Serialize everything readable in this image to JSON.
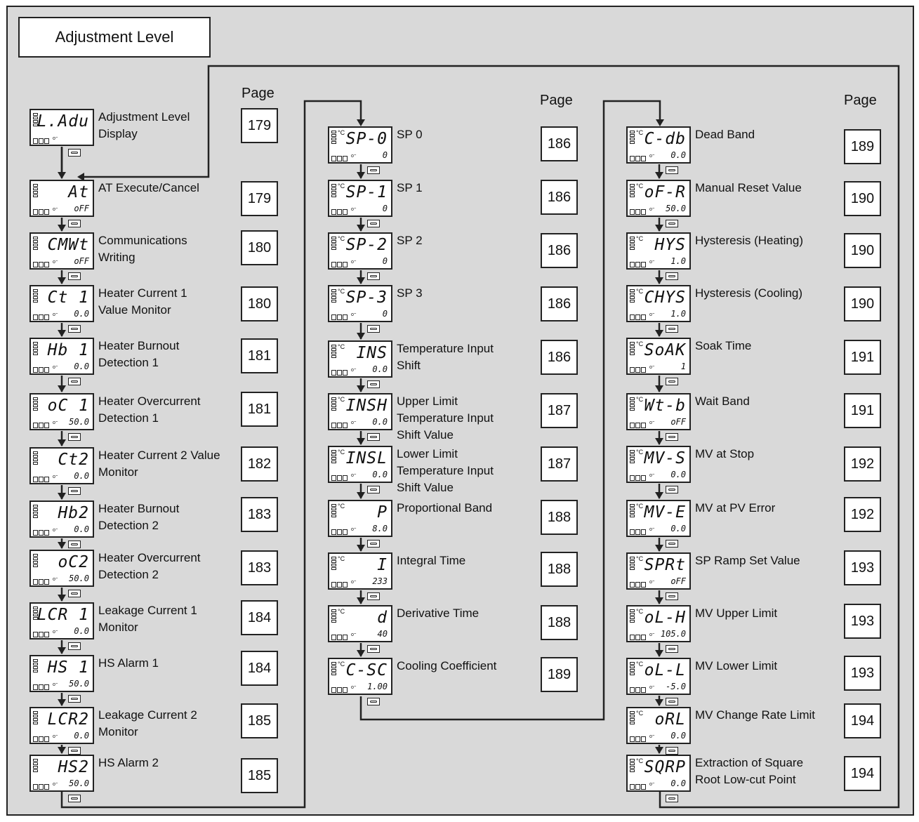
{
  "title": "Adjustment Level",
  "page_header": "Page",
  "col1": [
    {
      "seg": "L.Adu",
      "val": "",
      "label": "Adjustment Level\nDisplay",
      "page": "179"
    },
    {
      "seg": "At",
      "val": "oFF",
      "label": "AT Execute/Cancel",
      "page": "179"
    },
    {
      "seg": "CMWt",
      "val": "oFF",
      "label": "Communications\nWriting",
      "page": "180"
    },
    {
      "seg": "Ct 1",
      "val": "0.0",
      "label": "Heater Current 1\nValue Monitor",
      "page": "180"
    },
    {
      "seg": "Hb 1",
      "val": "0.0",
      "label": "Heater Burnout\nDetection 1",
      "page": "181"
    },
    {
      "seg": "oC 1",
      "val": "50.0",
      "label": "Heater Overcurrent\nDetection 1",
      "page": "181"
    },
    {
      "seg": "Ct2",
      "val": "0.0",
      "label": "Heater Current 2 Value\nMonitor",
      "page": "182"
    },
    {
      "seg": "Hb2",
      "val": "0.0",
      "label": "Heater Burnout\nDetection 2",
      "page": "183"
    },
    {
      "seg": "oC2",
      "val": "50.0",
      "label": "Heater Overcurrent\nDetection 2",
      "page": "183"
    },
    {
      "seg": "LCR 1",
      "val": "0.0",
      "label": "Leakage Current 1\nMonitor",
      "page": "184"
    },
    {
      "seg": "HS 1",
      "val": "50.0",
      "label": "HS Alarm 1",
      "page": "184"
    },
    {
      "seg": "LCR2",
      "val": "0.0",
      "label": "Leakage Current 2\nMonitor",
      "page": "185"
    },
    {
      "seg": "HS2",
      "val": "50.0",
      "label": "HS Alarm 2",
      "page": "185"
    }
  ],
  "col2": [
    {
      "seg": "SP-0",
      "val": "0",
      "label": "SP 0",
      "page": "186"
    },
    {
      "seg": "SP-1",
      "val": "0",
      "label": "SP 1",
      "page": "186"
    },
    {
      "seg": "SP-2",
      "val": "0",
      "label": "SP 2",
      "page": "186"
    },
    {
      "seg": "SP-3",
      "val": "0",
      "label": "SP 3",
      "page": "186"
    },
    {
      "seg": "INS",
      "val": "0.0",
      "label": "Temperature Input\nShift",
      "page": "186"
    },
    {
      "seg": "INSH",
      "val": "0.0",
      "label": "Upper Limit\nTemperature Input\nShift Value",
      "page": "187"
    },
    {
      "seg": "INSL",
      "val": "0.0",
      "label": "Lower Limit\nTemperature Input\nShift Value",
      "page": "187"
    },
    {
      "seg": "P",
      "val": "8.0",
      "label": "Proportional Band",
      "page": "188"
    },
    {
      "seg": "I",
      "val": "233",
      "label": "Integral Time",
      "page": "188"
    },
    {
      "seg": "d",
      "val": "40",
      "label": "Derivative Time",
      "page": "188"
    },
    {
      "seg": "C-SC",
      "val": "1.00",
      "label": "Cooling Coefficient",
      "page": "189"
    }
  ],
  "col3": [
    {
      "seg": "C-db",
      "val": "0.0",
      "label": "Dead Band",
      "page": "189"
    },
    {
      "seg": "oF-R",
      "val": "50.0",
      "label": "Manual Reset Value",
      "page": "190"
    },
    {
      "seg": "HYS",
      "val": "1.0",
      "label": "Hysteresis (Heating)",
      "page": "190"
    },
    {
      "seg": "CHYS",
      "val": "1.0",
      "label": "Hysteresis (Cooling)",
      "page": "190"
    },
    {
      "seg": "SoAK",
      "val": "1",
      "label": "Soak Time",
      "page": "191"
    },
    {
      "seg": "Wt-b",
      "val": "oFF",
      "label": "Wait Band",
      "page": "191"
    },
    {
      "seg": "MV-S",
      "val": "0.0",
      "label": "MV at Stop",
      "page": "192"
    },
    {
      "seg": "MV-E",
      "val": "0.0",
      "label": "MV at PV Error",
      "page": "192"
    },
    {
      "seg": "SPRt",
      "val": "oFF",
      "label": "SP Ramp Set Value",
      "page": "193"
    },
    {
      "seg": "oL-H",
      "val": "105.0",
      "label": "MV Upper Limit",
      "page": "193"
    },
    {
      "seg": "oL-L",
      "val": "-5.0",
      "label": "MV Lower Limit",
      "page": "193"
    },
    {
      "seg": "oRL",
      "val": "0.0",
      "label": "MV Change Rate Limit",
      "page": "194"
    },
    {
      "seg": "SQRP",
      "val": "0.0",
      "label": "Extraction of Square\nRoot Low-cut Point",
      "page": "194"
    }
  ]
}
